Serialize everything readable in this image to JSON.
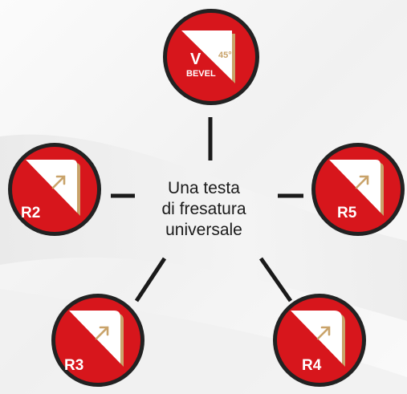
{
  "center": {
    "line1": "Una testa",
    "line2": "di fresatura",
    "line3": "universale"
  },
  "nodes": {
    "top": {
      "letter": "V",
      "sub": "BEVEL",
      "angle": "45°"
    },
    "left": {
      "label": "R2"
    },
    "right": {
      "label": "R5"
    },
    "bottom_left": {
      "label": "R3"
    },
    "bottom_right": {
      "label": "R4"
    }
  },
  "colors": {
    "badge_red": "#d7161c",
    "badge_border": "#222222",
    "gold": "#c9a36a",
    "connector": "#1a1a1a"
  }
}
